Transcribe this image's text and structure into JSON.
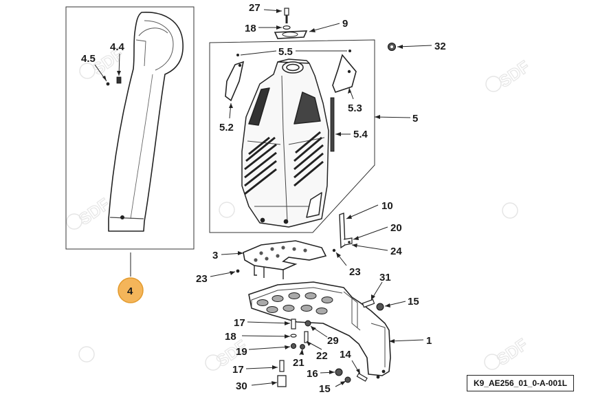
{
  "document_code": "K9_AE256_01_0-A-001L",
  "watermark_text": "SDF",
  "highlight_color": "#f4b55a",
  "highlight_ring_color": "#e39a2c",
  "callouts": {
    "c27": "27",
    "c18a": "18",
    "c9": "9",
    "c32": "32",
    "c4_5": "4.5",
    "c4_4": "4.4",
    "c5_5": "5.5",
    "c5_2": "5.2",
    "c5_3": "5.3",
    "c5_4": "5.4",
    "c5": "5",
    "c10": "10",
    "c20": "20",
    "c24": "24",
    "c3": "3",
    "c23a": "23",
    "c23b": "23",
    "c4": "4",
    "c31": "31",
    "c15a": "15",
    "c1": "1",
    "c17a": "17",
    "c18b": "18",
    "c29": "29",
    "c19": "19",
    "c21": "21",
    "c22": "22",
    "c14": "14",
    "c17b": "17",
    "c16": "16",
    "c30": "30",
    "c15b": "15"
  }
}
